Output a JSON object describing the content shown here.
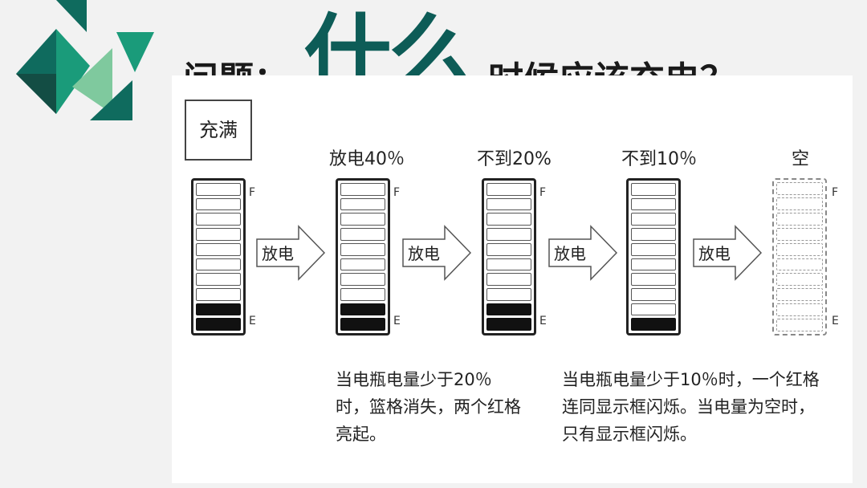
{
  "title": {
    "prefix": "问题：",
    "emphasis": "什么",
    "suffix": "时候应该充电？"
  },
  "full_label": "充满",
  "stage_labels": [
    "放电40％",
    "不到20%",
    "不到10％",
    "空"
  ],
  "arrow_label": "放电",
  "marks": {
    "full": "F",
    "empty": "E"
  },
  "notes": [
    "当电瓶电量少于20％时，篮格消失，两个红格亮起。",
    "当电瓶电量少于10％时，一个红格连同显示框闪烁。当电量为空时，只有显示框闪烁。"
  ],
  "colors": {
    "accent_dark": "#0d5c57",
    "accent": "#1a9b7a",
    "accent_light": "#7fc99e"
  }
}
